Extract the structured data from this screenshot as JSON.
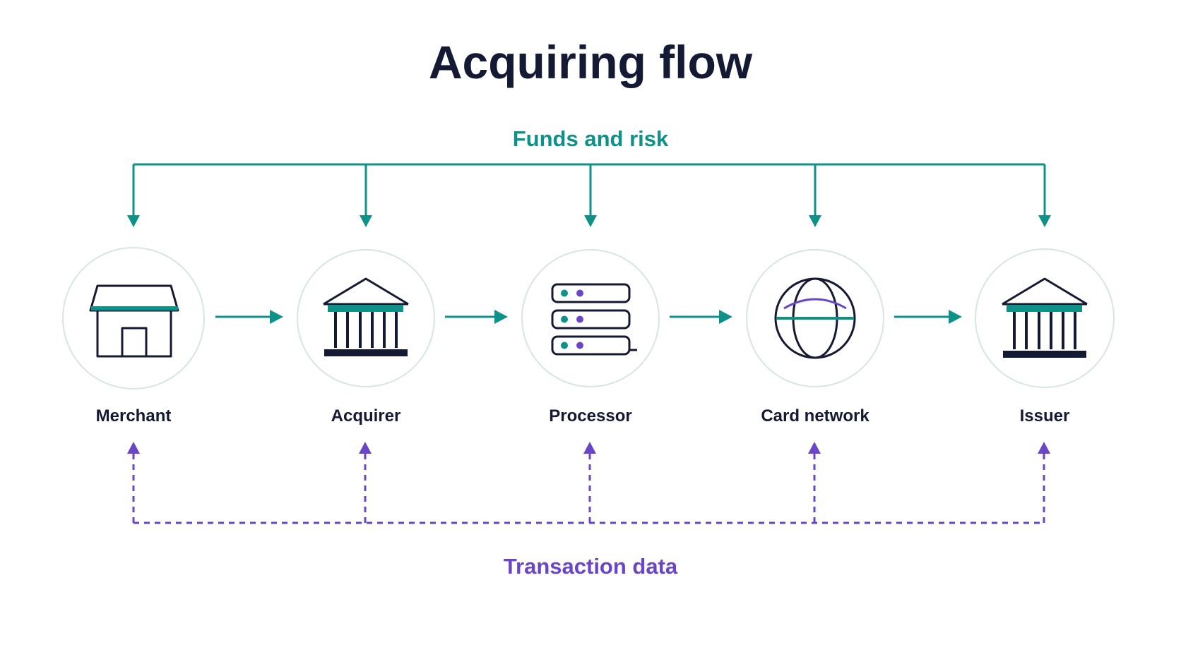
{
  "title": "Acquiring flow",
  "top_label": "Funds and risk",
  "bottom_label": "Transaction data",
  "colors": {
    "teal": "#0e9188",
    "purple": "#6a46c6",
    "ink": "#141a33",
    "circle_border": "#d6e6e2"
  },
  "nodes": [
    {
      "label": "Merchant",
      "icon": "storefront-icon"
    },
    {
      "label": "Acquirer",
      "icon": "bank-icon"
    },
    {
      "label": "Processor",
      "icon": "server-icon"
    },
    {
      "label": "Card network",
      "icon": "globe-icon"
    },
    {
      "label": "Issuer",
      "icon": "bank-icon"
    }
  ]
}
